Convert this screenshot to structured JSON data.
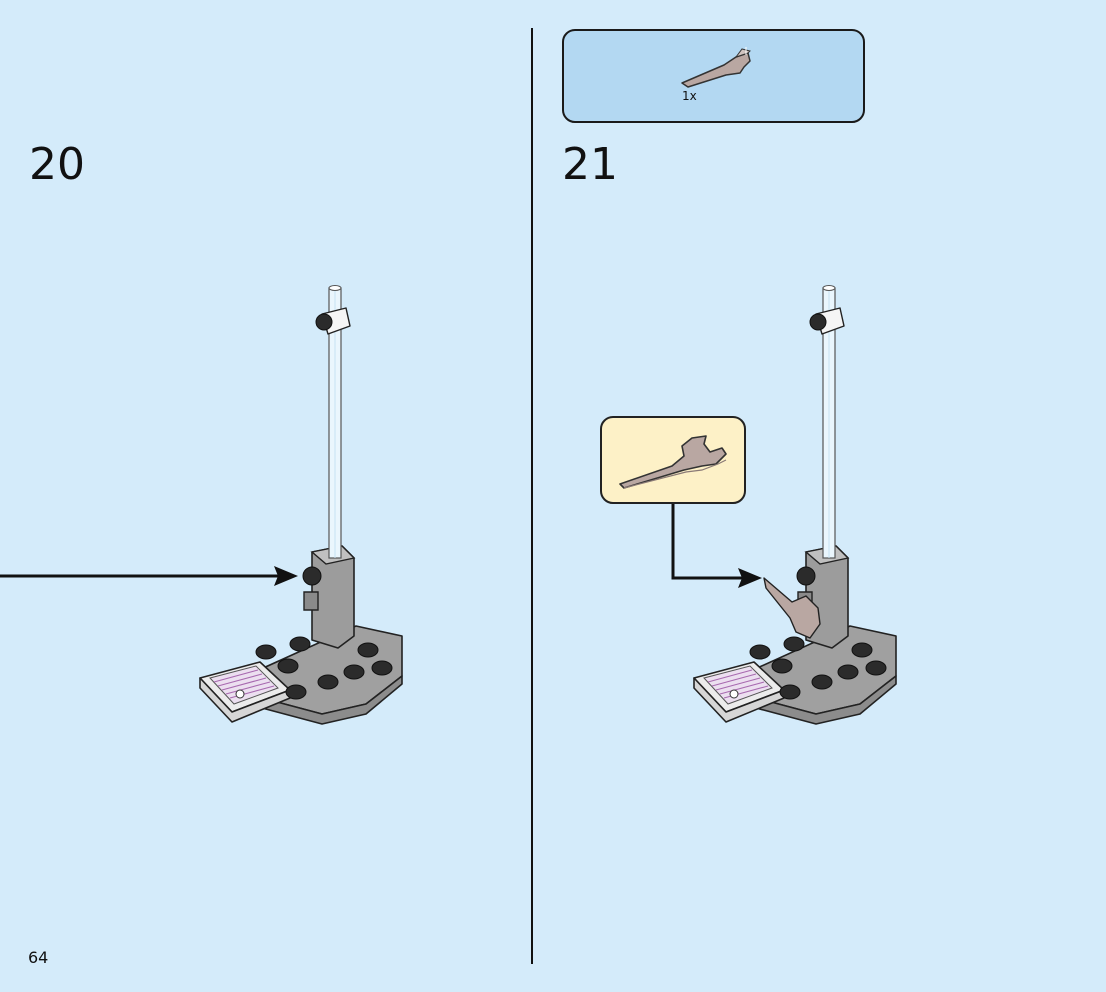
{
  "steps": [
    {
      "number": "20"
    },
    {
      "number": "21",
      "parts": [
        {
          "part": "wrench",
          "quantity": "1x"
        }
      ]
    }
  ],
  "page_number": "64",
  "colors": {
    "background": "#d4ebfa",
    "parts_box": "#b3d8f2",
    "callout": "#fdf1c7",
    "base_gray": "#a0a0a0",
    "stud_dark": "#2b2b2b",
    "wrench": "#b9a7a2"
  },
  "icons": [
    "wrench-part-icon",
    "arrow-icon",
    "lego-stand-build"
  ]
}
